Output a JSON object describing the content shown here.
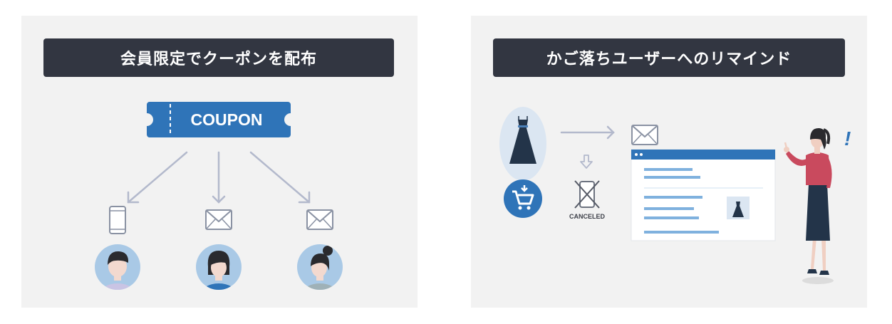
{
  "left_panel": {
    "title": "会員限定でクーポンを配布",
    "coupon_label": "COUPON"
  },
  "right_panel": {
    "title": "かご落ちユーザーへのリマインド",
    "canceled_label": "CANCELED",
    "exclamation": "!"
  },
  "colors": {
    "panel_bg": "#f2f2f2",
    "banner_bg": "#323641",
    "accent_blue": "#2f74b8",
    "arrow_gray": "#b3b9cc",
    "light_blue_circle": "#a9c9e6",
    "dress_navy": "#233449",
    "woman_shirt": "#c94a5e"
  }
}
